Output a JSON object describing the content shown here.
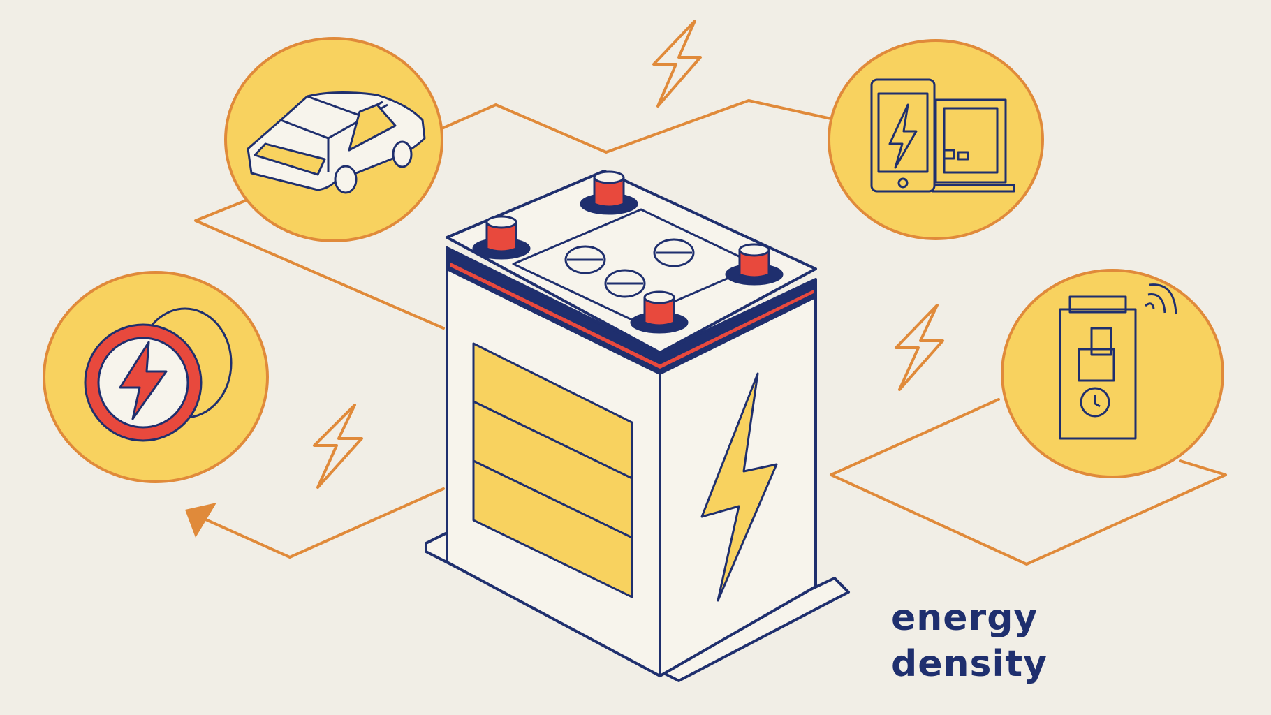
{
  "caption": {
    "line1": "energy",
    "line2": "density"
  },
  "colors": {
    "background": "#f1eee6",
    "navy": "#1f2f6e",
    "yellow": "#f8d25f",
    "orange": "#e08a3a",
    "red": "#e8493d",
    "cream": "#f7f4ec"
  },
  "icons": {
    "car": "car-icon",
    "devices": "phone-laptop-icon",
    "charger": "wireless-charger-icon",
    "smart_battery": "smart-battery-icon",
    "central": "car-battery-illustration"
  }
}
